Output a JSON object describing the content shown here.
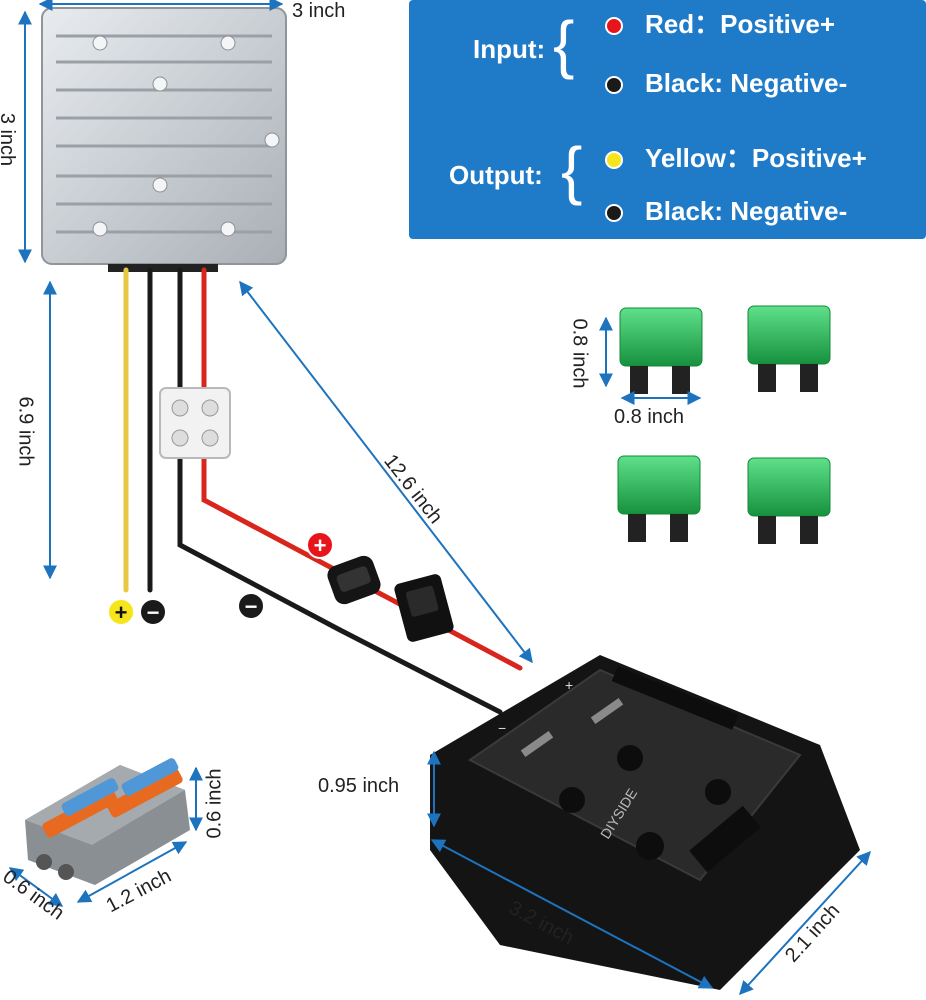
{
  "legend": {
    "input_label": "Input:",
    "output_label": "Output:",
    "rows": [
      {
        "color_name": "Red",
        "text": "Red：Positive+",
        "dot": "#e8141c"
      },
      {
        "color_name": "Black",
        "text": "Black: Negative-",
        "dot": "#1a1a1a"
      },
      {
        "color_name": "Yellow",
        "text": "Yellow：Positive+",
        "dot": "#f6e51a"
      },
      {
        "color_name": "Black",
        "text": "Black: Negative-",
        "dot": "#1a1a1a"
      }
    ],
    "background": "#1f7bc8"
  },
  "dimensions": {
    "converter_width": "3 inch",
    "converter_height": "3 inch",
    "wire_length": "6.9 inch",
    "cable_length": "12.6 inch",
    "fuse_height": "0.8 inch",
    "fuse_width": "0.8 inch",
    "adapter_height": "0.95 inch",
    "adapter_length": "3.2 inch",
    "adapter_width": "2.1 inch",
    "connector_height": "0.6 inch",
    "connector_length": "1.2 inch",
    "connector_width": "0.6 inch"
  },
  "symbols": {
    "plus": "+",
    "minus": "−"
  },
  "adapter_text": "DIYSIDE",
  "colors": {
    "dimension_line": "#1e73be",
    "red_wire": "#d9261c",
    "yellow_wire": "#e8c840",
    "black_wire": "#1a1a1a",
    "fuse_green": "#2fb55a"
  }
}
